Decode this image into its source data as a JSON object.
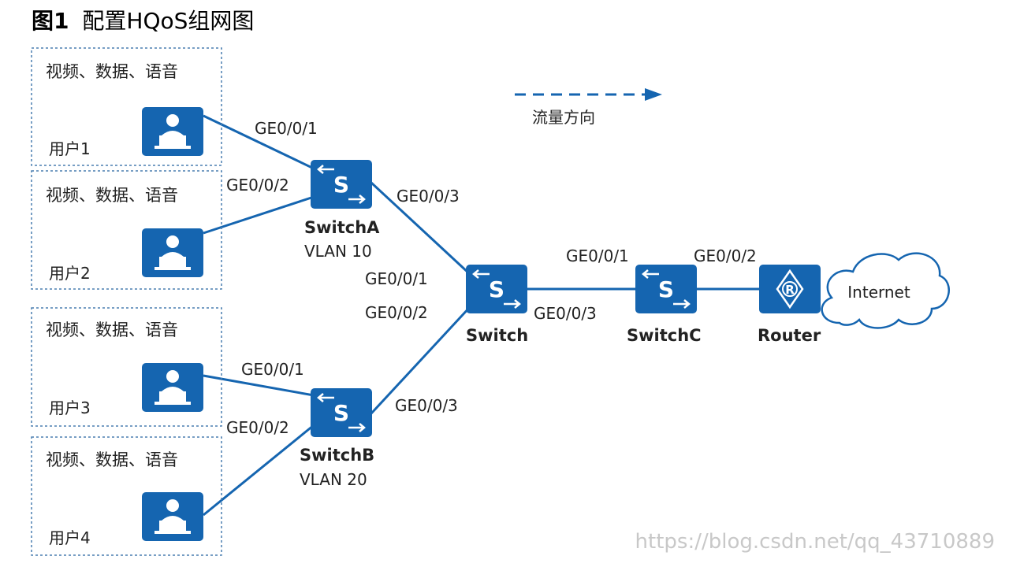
{
  "figure": {
    "title_num": "图1",
    "title_text": "配置HQoS组网图"
  },
  "legend": {
    "label": "流量方向"
  },
  "users": [
    {
      "service": "视频、数据、语音",
      "name": "用户1"
    },
    {
      "service": "视频、数据、语音",
      "name": "用户2"
    },
    {
      "service": "视频、数据、语音",
      "name": "用户3"
    },
    {
      "service": "视频、数据、语音",
      "name": "用户4"
    }
  ],
  "devices": {
    "switchA": {
      "name": "SwitchA",
      "vlan": "VLAN 10",
      "port1": "GE0/0/1",
      "port2": "GE0/0/2",
      "port3": "GE0/0/3"
    },
    "switchB": {
      "name": "SwitchB",
      "vlan": "VLAN 20",
      "port1": "GE0/0/1",
      "port2": "GE0/0/2",
      "port3": "GE0/0/3"
    },
    "switch": {
      "name": "Switch",
      "port1": "GE0/0/1",
      "port2": "GE0/0/2",
      "port3": "GE0/0/3"
    },
    "switchC": {
      "name": "SwitchC",
      "port1": "GE0/0/1",
      "port2": "GE0/0/2"
    },
    "router": {
      "name": "Router",
      "icon_letter": "R"
    },
    "switch_icon_letter": "S"
  },
  "cloud": {
    "label": "Internet"
  },
  "watermark": "https://blog.csdn.net/qq_43710889",
  "colors": {
    "device": "#1565b0",
    "link": "#1565b0",
    "box": "#4a7fb0",
    "watermark": "#c8c8c8"
  }
}
